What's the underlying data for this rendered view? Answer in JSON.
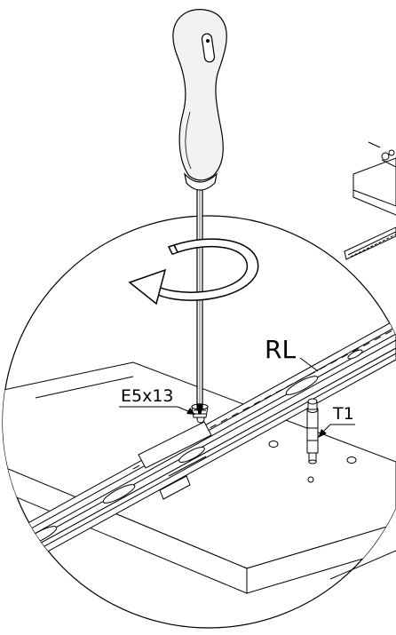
{
  "labels": {
    "rail": "RL",
    "screw": "E5x13",
    "connector": "T1"
  },
  "colors": {
    "line": "#000000",
    "fill": "#ffffff",
    "handle_shade": "#f2f2f2"
  }
}
